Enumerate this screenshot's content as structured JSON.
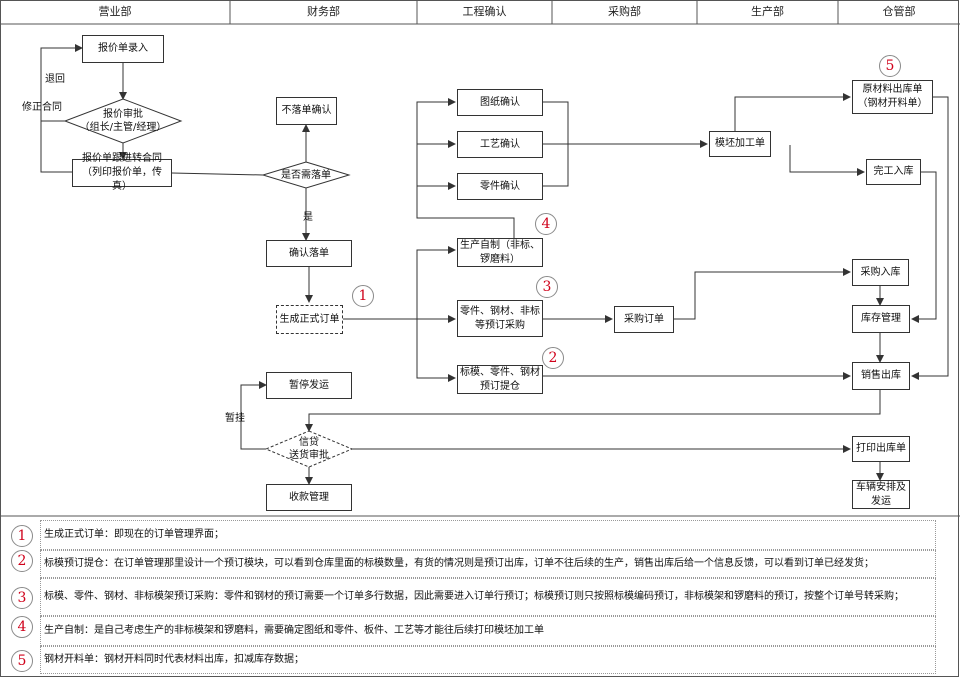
{
  "header": {
    "columns": [
      "营业部",
      "财务部",
      "工程确认",
      "采购部",
      "生产部",
      "仓管部"
    ]
  },
  "nodes": {
    "quote_entry": "报价单录入",
    "quote_approval": "报价审批\n（组长/主管/经理）",
    "quote_follow": "报价单跟进转合同\n（列印报价单，传真）",
    "not_placed": "不落单确认",
    "whether_order": "是否需落单",
    "confirm_order": "确认落单",
    "formal_order": "生成正式订单",
    "drawing_confirm": "图纸确认",
    "process_confirm": "工艺确认",
    "parts_confirm": "零件确认",
    "self_production": "生产自制（非标、\n锣磨料）",
    "parts_purchase": "零件、钢材、非标\n等预订采购",
    "purchase_order": "采购订单",
    "standard_reserve": "标模、零件、钢材\n预订提仓",
    "mold_order": "模坯加工单",
    "raw_material_out": "原材料出库单\n（钢材开料单）",
    "finished_in": "完工入库",
    "purchase_in": "采购入库",
    "inventory": "库存管理",
    "sales_out": "销售出库",
    "suspend": "暂停发运",
    "credit_approval": "信贷\n送货审批",
    "print_out": "打印出库单",
    "vehicle": "车辆安排及\n发运",
    "collection": "收款管理"
  },
  "labels": {
    "return": "退回",
    "modify_contract": "修正合同",
    "yes": "是",
    "hold": "暂挂"
  },
  "badges": [
    "1",
    "2",
    "3",
    "4",
    "5"
  ],
  "notes": [
    {
      "num": "1",
      "text": "生成正式订单：即现在的订单管理界面；"
    },
    {
      "num": "2",
      "text": "标模预订提仓：在订单管理那里设计一个预订模块，可以看到仓库里面的标模数量，有货的情况则是预订出库，订单不往后续的生产，销售出库后给一个信息反馈，可以看到订单已经发货；"
    },
    {
      "num": "3",
      "text": "标模、零件、钢材、非标模架预订采购：零件和钢材的预订需要一个订单多行数据，因此需要进入订单行预订；标模预订则只按照标模编码预订，非标模架和锣磨料的预订，按整个订单号转采购；"
    },
    {
      "num": "4",
      "text": "生产自制：是自己考虑生产的非标模架和锣磨料，需要确定图纸和零件、板件、工艺等才能往后续打印模坯加工单"
    },
    {
      "num": "5",
      "text": "钢材开料单：钢材开料同时代表材料出库，扣减库存数据；"
    }
  ],
  "colors": {
    "badge_text": "#d0021b",
    "line": "#333333"
  }
}
